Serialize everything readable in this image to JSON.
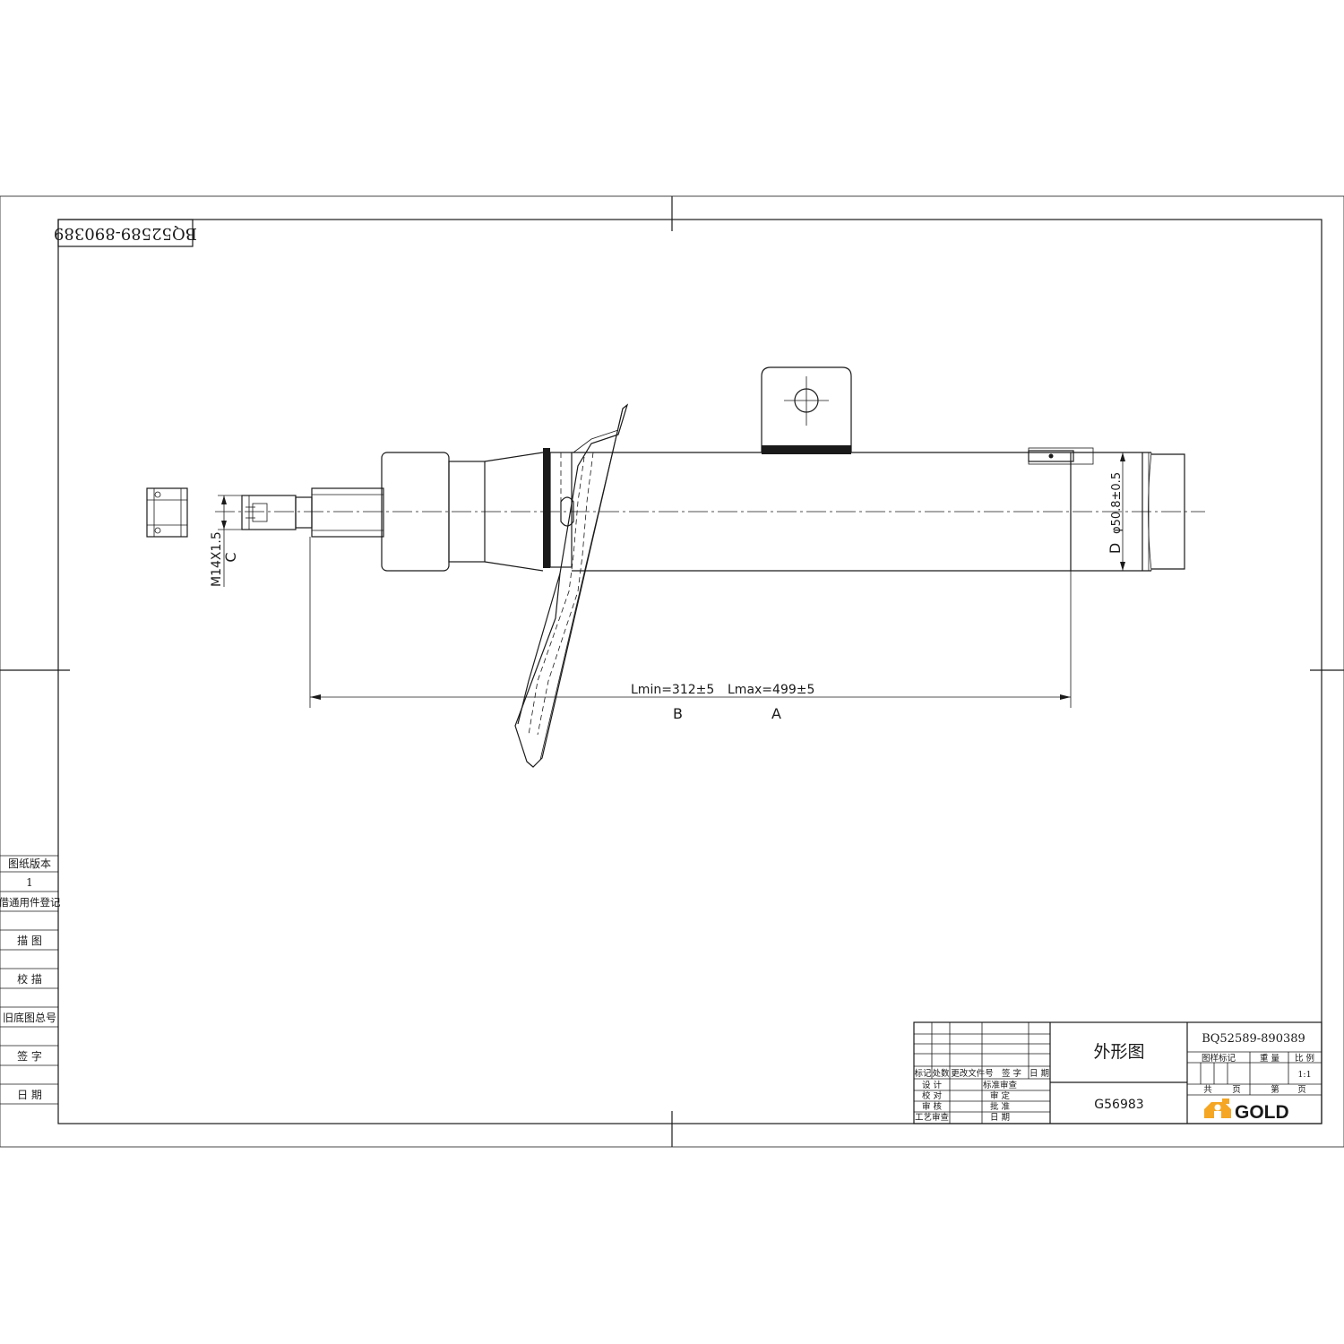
{
  "drawing": {
    "part_number": "BQ52589-890389",
    "title": "外形图",
    "code": "G56983"
  },
  "dimensions": {
    "lmin": "Lmin=312±5",
    "lmax": "Lmax=499±5",
    "label_b": "B",
    "label_a": "A",
    "label_c": "C",
    "label_d": "D",
    "thread": "M14X1.5",
    "diameter": "φ50.8±0.5"
  },
  "left_column": {
    "version_label": "图纸版本",
    "version_value": "1",
    "borrow_label": "借通用件登记",
    "trace_label": "描 图",
    "check_trace_label": "校 描",
    "old_no_label": "旧底图总号",
    "sign_label": "签 字",
    "date_label": "日 期"
  },
  "title_block": {
    "rev_headers": [
      "标记",
      "处数",
      "更改文件号",
      "签 字",
      "日 期"
    ],
    "sign_rows": [
      {
        "left": "设 计",
        "right": "标准审查"
      },
      {
        "left": "校 对",
        "right": "审 定"
      },
      {
        "left": "审 核",
        "right": "批 准"
      },
      {
        "left": "工艺审查",
        "right": "日 期"
      }
    ],
    "sample_mark": "图样标记",
    "weight": "重 量",
    "scale_label": "比 例",
    "scale_value": "1:1",
    "total_label": "共",
    "page_unit_1": "页",
    "sheet_label": "第",
    "page_unit_2": "页",
    "logo_text": "GOLD",
    "logo_color": "#f5a623"
  }
}
